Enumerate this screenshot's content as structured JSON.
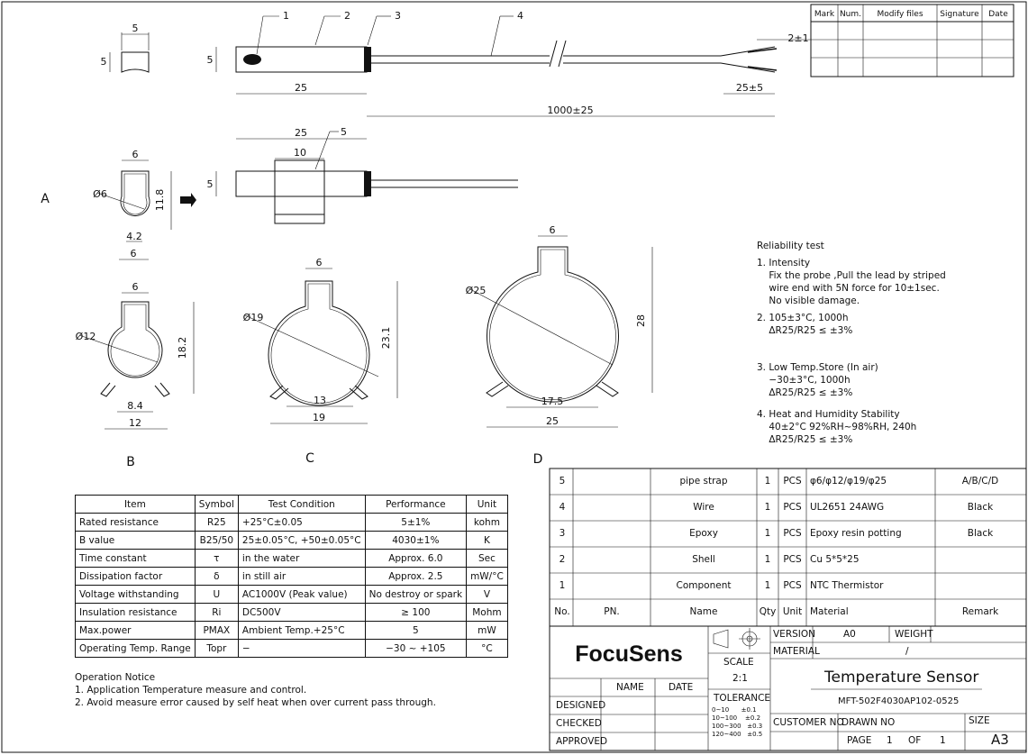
{
  "rev_table": {
    "headers": [
      "Mark",
      "Num.",
      "Modify files",
      "Signature",
      "Date"
    ]
  },
  "labels": {
    "callout1": "1",
    "callout2": "2",
    "callout3": "3",
    "callout4": "4",
    "callout5": "5",
    "dim_5a": "5",
    "dim_5b": "5",
    "dim_5c": "5",
    "dim_25": "25",
    "dim_2pm1": "2±1",
    "dim_25pm5": "25±5",
    "dim_1000": "1000±25",
    "dim_25b": "25",
    "dim_10": "10",
    "dim_5d": "5",
    "dimA_6": "6",
    "dimA_phi6": "Ø6",
    "dimA_118": "11.8",
    "dimA_42": "4.2",
    "dimA_6b": "6",
    "dimB_6": "6",
    "dimB_phi12": "Ø12",
    "dimB_182": "18.2",
    "dimB_84": "8.4",
    "dimB_12": "12",
    "dimC_6": "6",
    "dimC_phi19": "Ø19",
    "dimC_231": "23.1",
    "dimC_13": "13",
    "dimC_19": "19",
    "dimD_6": "6",
    "dimD_phi25": "Ø25",
    "dimD_28": "28",
    "dimD_175": "17.5",
    "dimD_25": "25",
    "view_a": "A",
    "view_b": "B",
    "view_c": "C",
    "view_d": "D"
  },
  "reliability": {
    "title": "Reliability test",
    "items": [
      {
        "text": "1. Intensity\n    Fix the probe ,Pull the lead by striped\n    wire end with 5N force for 10±1sec.\n    No visible damage."
      },
      {
        "text": "2. 105±3°C, 1000h\n    ΔR25/R25 ≤ ±3%"
      },
      {
        "text": "3. Low Temp.Store (In air)\n    −30±3°C, 1000h\n    ΔR25/R25 ≤ ±3%"
      },
      {
        "text": "4. Heat and Humidity Stability\n    40±2°C 92%RH~98%RH, 240h\n    ΔR25/R25 ≤ ±3%"
      }
    ]
  },
  "spec_table": {
    "headers": [
      "Item",
      "Symbol",
      "Test Condition",
      "Performance",
      "Unit"
    ],
    "rows": [
      [
        "Rated resistance",
        "R25",
        "+25°C±0.05",
        "5±1%",
        "kohm"
      ],
      [
        "B value",
        "B25/50",
        "25±0.05°C, +50±0.05°C",
        "4030±1%",
        "K"
      ],
      [
        "Time constant",
        "τ",
        "in the water",
        "Approx. 6.0",
        "Sec"
      ],
      [
        "Dissipation factor",
        "δ",
        "in still air",
        "Approx. 2.5",
        "mW/°C"
      ],
      [
        "Voltage withstanding",
        "U",
        "AC1000V (Peak value)",
        "No destroy or spark",
        "V"
      ],
      [
        "Insulation resistance",
        "Ri",
        "DC500V",
        "≥ 100",
        "Mohm"
      ],
      [
        "Max.power",
        "PMAX",
        "Ambient Temp.+25°C",
        "5",
        "mW"
      ],
      [
        "Operating Temp. Range",
        "Topr",
        "−",
        "−30 ~ +105",
        "°C"
      ]
    ]
  },
  "notice": {
    "text": "Operation Notice\n1. Application Temperature measure and control.\n2. Avoid measure error caused by self heat when over current pass through."
  },
  "bom": {
    "rows": [
      {
        "no": "5",
        "pn": "",
        "name": "pipe strap",
        "qty": "1",
        "unit": "PCS",
        "material": "φ6/φ12/φ19/φ25",
        "remark": "A/B/C/D"
      },
      {
        "no": "4",
        "pn": "",
        "name": "Wire",
        "qty": "1",
        "unit": "PCS",
        "material": "UL2651 24AWG",
        "remark": "Black"
      },
      {
        "no": "3",
        "pn": "",
        "name": "Epoxy",
        "qty": "1",
        "unit": "PCS",
        "material": "Epoxy resin potting",
        "remark": "Black"
      },
      {
        "no": "2",
        "pn": "",
        "name": "Shell",
        "qty": "1",
        "unit": "PCS",
        "material": "Cu 5*5*25",
        "remark": ""
      },
      {
        "no": "1",
        "pn": "",
        "name": "Component",
        "qty": "1",
        "unit": "PCS",
        "material": "NTC Thermistor",
        "remark": ""
      }
    ],
    "header": {
      "no": "No.",
      "pn": "PN.",
      "name": "Name",
      "qty": "Qty",
      "unit": "Unit",
      "material": "Material",
      "remark": "Remark"
    }
  },
  "title_block": {
    "logo": "FocuSens",
    "scale_label": "SCALE",
    "scale_value": "2:1",
    "version_label": "VERSION",
    "version_value": "A0",
    "weight_label": "WEIGHT",
    "material_label": "MATERIAL",
    "material_value": "/",
    "title": "Temperature Sensor",
    "part_no": "MFT-502F4030AP102-0525",
    "name_label": "NAME",
    "date_label": "DATE",
    "designed": "DESIGNED",
    "checked": "CHECKED",
    "approved": "APPROVED",
    "tolerance_label": "TOLERANCE",
    "tol_rows": [
      "0~10      ±0.1",
      "10~100    ±0.2",
      "100~300   ±0.3",
      "120~400   ±0.5"
    ],
    "customer_no": "CUSTOMER NO",
    "drawn_no": "DRAWN NO",
    "size_label": "SIZE",
    "size_value": "A3",
    "page_label": "PAGE",
    "page_value": "1",
    "of_label": "OF",
    "of_value": "1"
  }
}
